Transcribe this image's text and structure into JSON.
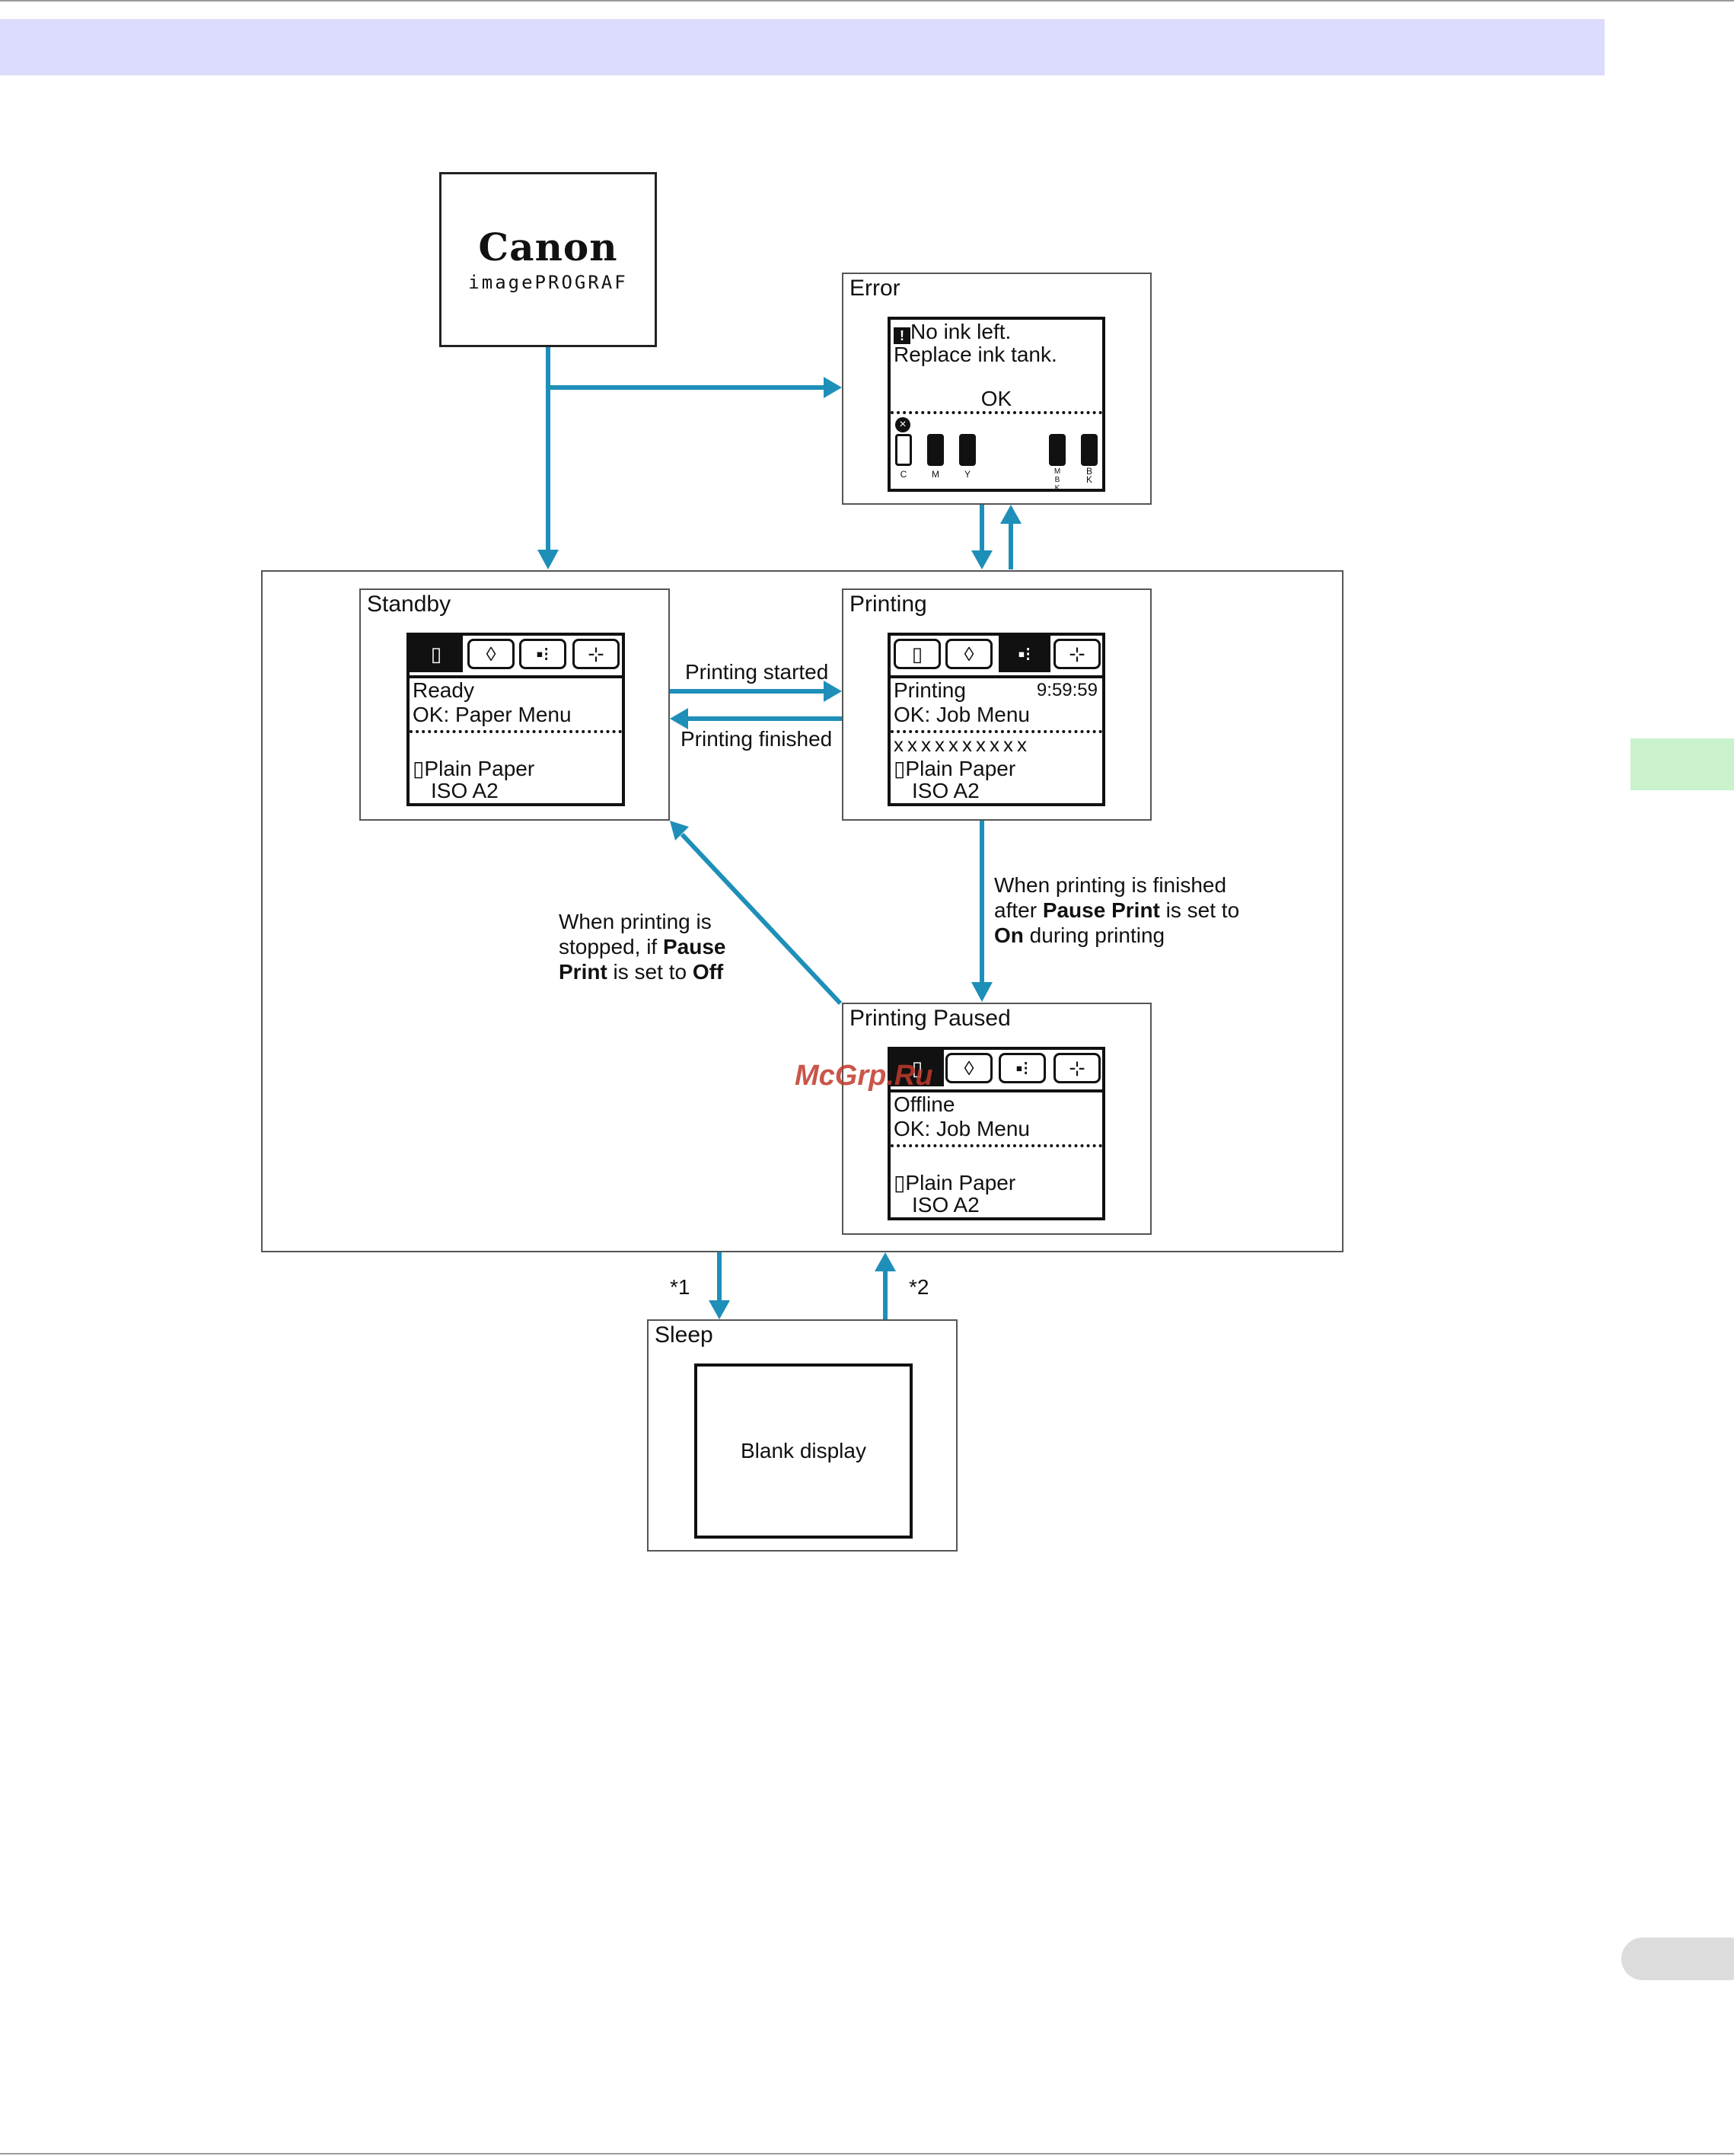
{
  "logo": {
    "brand": "Canon",
    "product": "imagePROGRAF"
  },
  "error": {
    "label": "Error",
    "line1": "No ink left.",
    "line2": "Replace ink tank.",
    "ok": "OK",
    "ink_labels": [
      "C",
      "M",
      "Y",
      "MBK",
      "BK"
    ]
  },
  "standby": {
    "label": "Standby",
    "line1": "Ready",
    "line2": "OK: Paper Menu",
    "paper": "Plain Paper",
    "size": "ISO A2"
  },
  "printing": {
    "label": "Printing",
    "line1": "Printing",
    "time": "9:59:59",
    "line2": "OK: Job Menu",
    "job": "xxxxxxxxxx",
    "paper": "Plain Paper",
    "size": "ISO A2"
  },
  "paused": {
    "label": "Printing Paused",
    "line1": "Offline",
    "line2": "OK: Job Menu",
    "paper": "Plain Paper",
    "size": "ISO A2"
  },
  "sleep": {
    "label": "Sleep",
    "display": "Blank display"
  },
  "transitions": {
    "started": "Printing started",
    "finished": "Printing finished",
    "to_paused": {
      "l1": "When printing is finished",
      "l2a": "after ",
      "l2b": "Pause Print",
      "l2c": " is set to",
      "l3a": "On",
      "l3b": " during printing"
    },
    "to_standby": {
      "l1": "When printing is",
      "l2a": "stopped, if ",
      "l2b": "Pause",
      "l3a": "Print",
      "l3b": " is set to ",
      "l3c": "Off"
    },
    "note1": "*1",
    "note2": "*2"
  },
  "watermark": "McGrp.Ru",
  "colors": {
    "arrow": "#1e8fb8",
    "header_band": "#dcdcfc",
    "side_tab": "#c9f2cd"
  }
}
